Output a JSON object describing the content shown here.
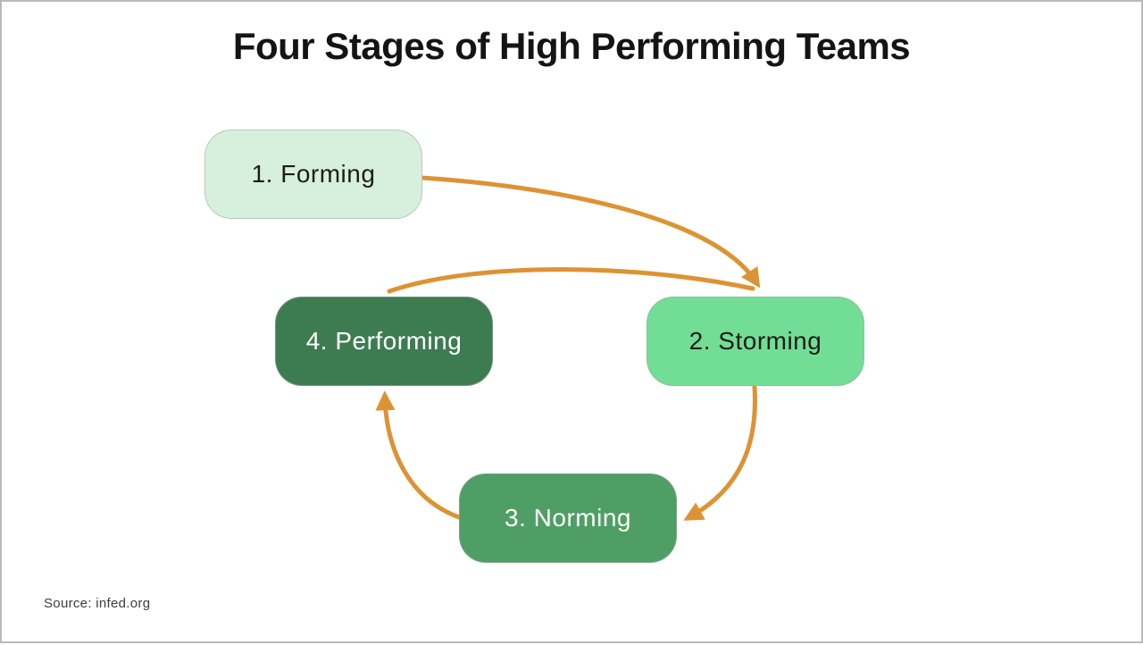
{
  "slide": {
    "title": "Four Stages of High Performing Teams",
    "source": "Source: infed.org"
  },
  "diagram": {
    "type": "cycle-flow",
    "arrow_color": "#dd9334",
    "slide_border_color": "#bababa",
    "nodes": [
      {
        "id": "forming",
        "label": "1. Forming",
        "fill": "#d7f0de",
        "text_color": "#1d1d1b"
      },
      {
        "id": "storming",
        "label": "2. Storming",
        "fill": "#72dd95",
        "text_color": "#1d1d1b"
      },
      {
        "id": "norming",
        "label": "3. Norming",
        "fill": "#4f9e66",
        "text_color": "#ffffff"
      },
      {
        "id": "performing",
        "label": "4. Performing",
        "fill": "#3d7c51",
        "text_color": "#ffffff"
      }
    ],
    "edges": [
      {
        "from": "1. Forming",
        "to": "2. Storming"
      },
      {
        "from": "2. Storming",
        "to": "3. Norming"
      },
      {
        "from": "3. Norming",
        "to": "4. Performing"
      },
      {
        "from": "4. Performing",
        "to": "2. Storming"
      }
    ]
  }
}
